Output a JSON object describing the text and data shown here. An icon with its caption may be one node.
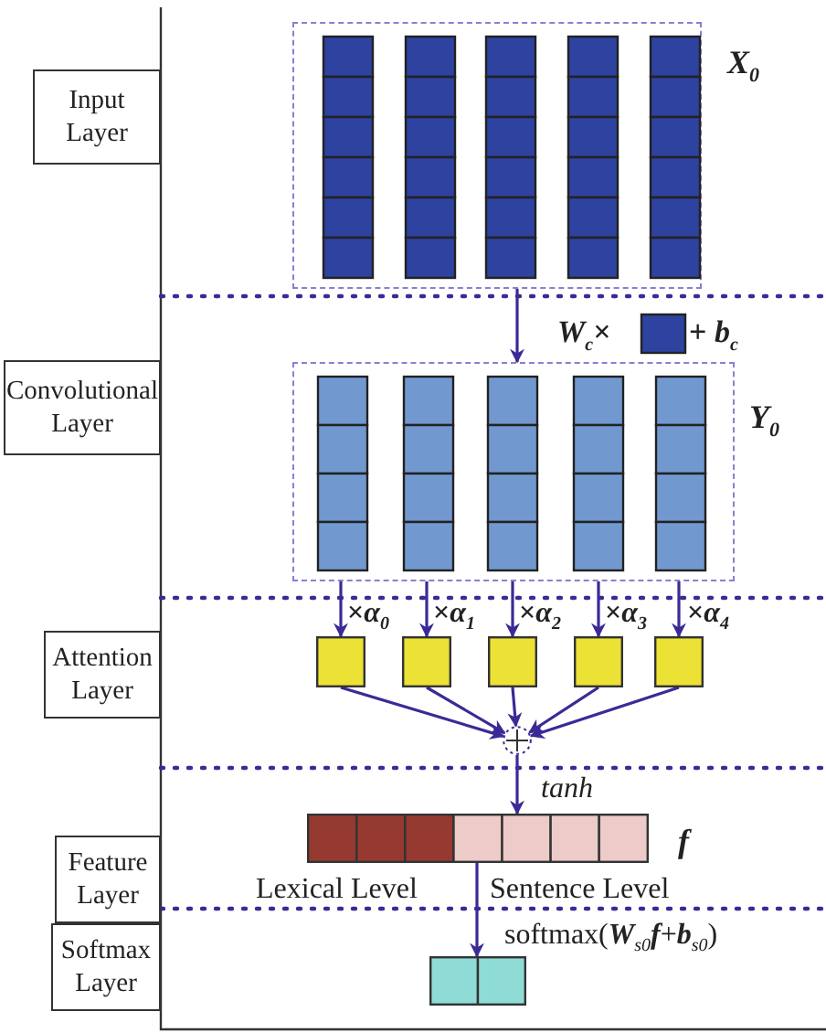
{
  "diagram": {
    "nodes": [
      {
        "text": [
          "Input Layer"
        ]
      },
      {
        "text": [
          "Convolutional Layer"
        ]
      },
      {
        "text": [
          "Attention Layer"
        ]
      },
      {
        "text": [
          "Feature Layer"
        ]
      },
      {
        "text": [
          "Softmax Layer"
        ]
      },
      {
        "text": [],
        "shape": "box",
        "beside": [
          "X$_{0}$"
        ]
      },
      {
        "text": [],
        "shape": "box",
        "beside": [
          "Y$_{0}$"
        ]
      },
      {
        "text": [],
        "shape": "box"
      },
      {
        "text": [],
        "shape": "box"
      },
      {
        "text": [],
        "shape": "box"
      },
      {
        "text": [],
        "shape": "box"
      },
      {
        "text": [],
        "shape": "box"
      },
      {
        "text": [],
        "shape": "circle"
      },
      {
        "text": [],
        "shape": "bar",
        "beside": [
          "f"
        ]
      },
      {
        "text": [],
        "shape": "bar"
      }
    ],
    "edges": [
      {
        "from": 5,
        "to": 6,
        "arrow": "to"
      },
      {
        "from": 6,
        "to": 7,
        "arrow": "to",
        "label": "×**α**$_{0}$"
      },
      {
        "from": 6,
        "to": 8,
        "arrow": "to",
        "label": "×**α**$_{1}$"
      },
      {
        "from": 6,
        "to": 9,
        "arrow": "to",
        "label": "×**α**$_{2}$"
      },
      {
        "from": 6,
        "to": 10,
        "arrow": "to",
        "label": "×**α**$_{3}$"
      },
      {
        "from": 6,
        "to": 11,
        "arrow": "to",
        "label": "×**α**$_{4}$"
      },
      {
        "from": 7,
        "to": 12,
        "arrow": "to"
      },
      {
        "from": 8,
        "to": 12,
        "arrow": "to"
      },
      {
        "from": 9,
        "to": 12,
        "arrow": "to"
      },
      {
        "from": 10,
        "to": 12,
        "arrow": "to"
      },
      {
        "from": 11,
        "to": 12,
        "arrow": "to"
      },
      {
        "from": 12,
        "to": 13,
        "arrow": "to",
        "label": "tanh"
      },
      {
        "from": 13,
        "to": 14,
        "arrow": "to",
        "label": "softmax(**W**$_{s0}$**f**+**b**$_{s0}$)"
      }
    ],
    "labels": [
      "**W**$_{c}$×",
      "+ **b**$_{c}$",
      "Lexical Level",
      "Sentence Level"
    ]
  }
}
